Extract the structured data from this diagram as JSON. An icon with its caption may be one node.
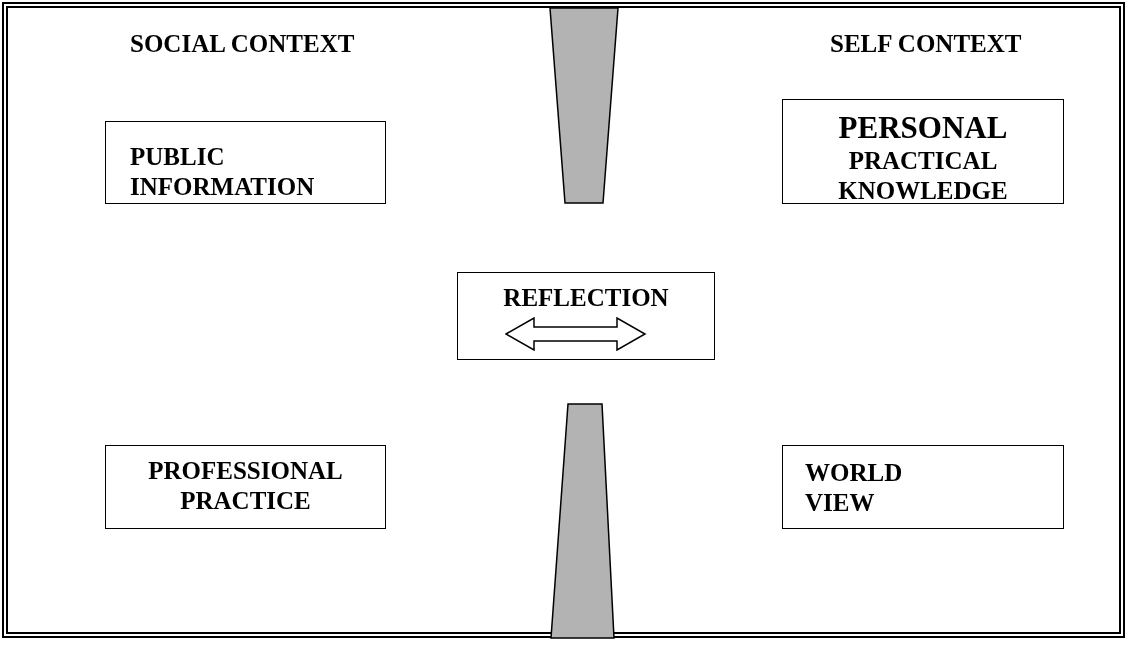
{
  "diagram": {
    "nodes": [
      {
        "text": [
          "PUBLIC INFORMATION"
        ]
      },
      {
        "text": [
          "PERSONAL",
          "PRACTICAL KNOWLEDGE"
        ]
      },
      {
        "text": [
          "REFLECTION"
        ]
      },
      {
        "text": [
          "PROFESSIONAL PRACTICE"
        ]
      },
      {
        "text": [
          "WORLD VIEW"
        ]
      },
      {
        "text": [],
        "shape": "bar"
      },
      {
        "text": [],
        "shape": "bar"
      }
    ],
    "labels": [
      "SOCIAL CONTEXT",
      "SELF CONTEXT"
    ]
  }
}
